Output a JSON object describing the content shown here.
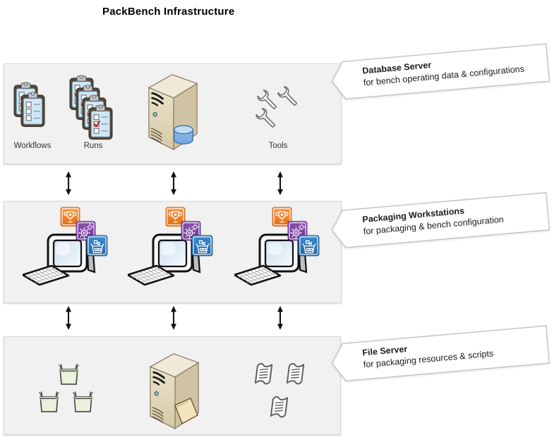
{
  "title": "PackBench Infrastructure",
  "sections": {
    "database": {
      "callout_title": "Database Server",
      "callout_subtitle": "for bench operating data & configurations",
      "labels": {
        "workflows": "Workflows",
        "runs": "Runs",
        "tools": "Tools"
      }
    },
    "workstations": {
      "callout_title": "Packaging Workstations",
      "callout_subtitle": "for packaging & bench configuration"
    },
    "fileserver": {
      "callout_title": "File Server",
      "callout_subtitle": "for packaging resources & scripts"
    }
  },
  "icons": {
    "clipboard-icon": "blue checklist clipboard",
    "clipboard-checked-icon": "clipboard with red checkmark",
    "server-tower-icon": "beige 3d server tower",
    "database-cylinder-icon": "blue database cylinder",
    "wrench-icon": "gray open-end wrench outline",
    "workstation-icon": "crt monitor with keyboard",
    "app-trophy-icon": "orange app tile with trophy",
    "app-gears-icon": "purple app tile with gears",
    "app-package-icon": "blue app tile with open box",
    "open-box-icon": "green open carton",
    "script-icon": "wavy script document",
    "folder-icon": "manila folder",
    "double-arrow-icon": "vertical double-headed arrow"
  },
  "colors": {
    "tier_background": "#F1F1F1",
    "tier_border": "#D8D8D8",
    "callout_border": "#BDBDBD",
    "app_orange": "#ED7D31",
    "app_purple": "#7B3FA0",
    "app_blue": "#2D7FC1",
    "clipboard_body": "#CFE8F8",
    "clipboard_frame": "#564A38",
    "server_beige": "#DED3B8",
    "database_blue": "#82B4E4",
    "box_green": "#EAF1DD",
    "arrow_black": "#111111",
    "check_red": "#C41B1B"
  }
}
